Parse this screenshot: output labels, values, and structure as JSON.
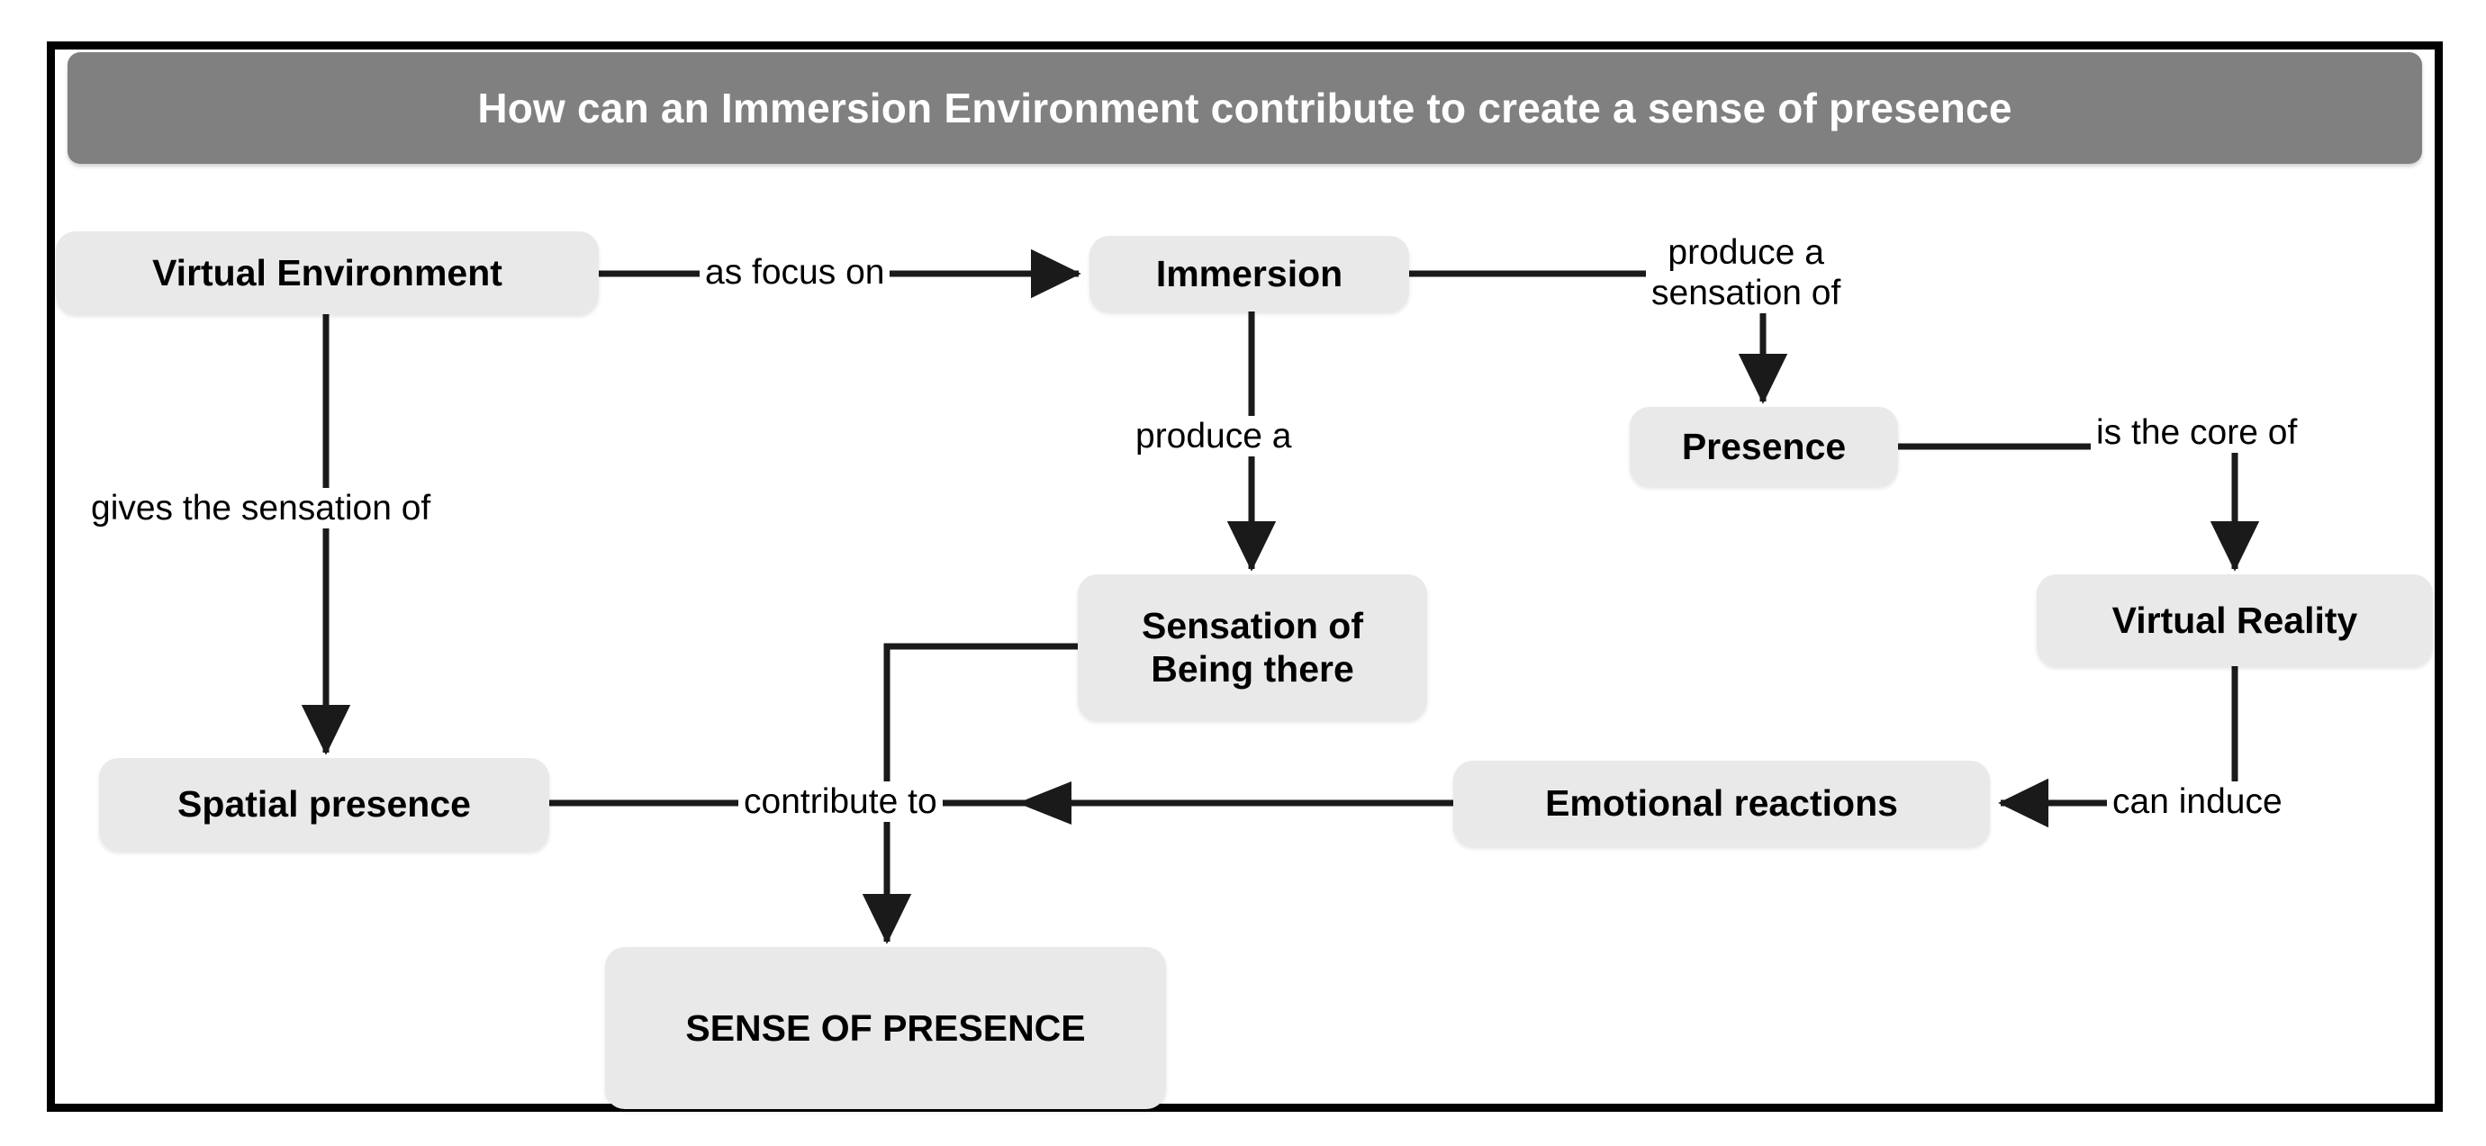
{
  "diagram": {
    "title": "How can an Immersion Environment contribute to create a sense of presence",
    "colors": {
      "banner_background": "#808080",
      "banner_text": "#ffffff",
      "node_background": "#e9e9e9",
      "node_text": "#000000",
      "edge_line": "#1a1a1a",
      "frame_border": "#000000",
      "canvas_background": "#ffffff"
    },
    "nodes": [
      {
        "id": "virtual-environment",
        "label": "Virtual Environment"
      },
      {
        "id": "immersion",
        "label": "Immersion"
      },
      {
        "id": "presence",
        "label": "Presence"
      },
      {
        "id": "virtual-reality",
        "label": "Virtual Reality"
      },
      {
        "id": "sensation-being-there",
        "label": "Sensation of\nBeing there"
      },
      {
        "id": "spatial-presence",
        "label": "Spatial presence"
      },
      {
        "id": "emotional-reactions",
        "label": "Emotional reactions"
      },
      {
        "id": "sense-of-presence",
        "label": "SENSE OF PRESENCE"
      }
    ],
    "edges": [
      {
        "id": "ve-to-immersion",
        "label": "as focus on",
        "from": "virtual-environment",
        "to": "immersion",
        "direction": "right"
      },
      {
        "id": "ve-to-spatial",
        "label": "gives the sensation of",
        "from": "virtual-environment",
        "to": "spatial-presence",
        "direction": "down"
      },
      {
        "id": "imm-to-sensation",
        "label": "produce a",
        "from": "immersion",
        "to": "sensation-being-there",
        "direction": "down"
      },
      {
        "id": "imm-to-presence",
        "label": "produce a\nsensation of",
        "from": "immersion",
        "to": "presence",
        "direction": "down"
      },
      {
        "id": "presence-to-vr",
        "label": "is the core of",
        "from": "presence",
        "to": "virtual-reality",
        "direction": "down"
      },
      {
        "id": "vr-to-emotional",
        "label": "can induce",
        "from": "virtual-reality",
        "to": "emotional-reactions",
        "direction": "left"
      },
      {
        "id": "emotional-to-spatial",
        "label": "contribute to",
        "from": "emotional-reactions",
        "to": "spatial-presence",
        "direction": "left"
      },
      {
        "id": "sensation-to-sense",
        "label": "",
        "from": "sensation-being-there",
        "to": "sense-of-presence",
        "direction": "down"
      }
    ]
  }
}
